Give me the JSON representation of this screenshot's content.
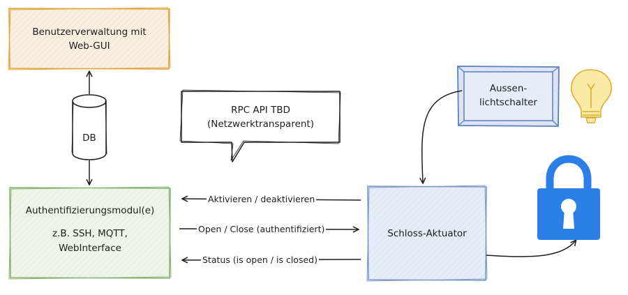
{
  "nodes": {
    "user_admin": {
      "line1": "Benutzerverwaltung mit",
      "line2": "Web-GUI"
    },
    "database": {
      "label": "DB"
    },
    "rpc_note": {
      "line1": "RPC API TBD",
      "line2": "(Netzwerktransparent)"
    },
    "auth_module": {
      "line1": "Authentifizierungsmodul(e)",
      "line2": "z.B. SSH, MQTT,",
      "line3": "WebInterface"
    },
    "lock_actuator": {
      "label": "Schloss-Aktuator"
    },
    "light_switch": {
      "line1": "Aussen-",
      "line2": "lichtschalter"
    }
  },
  "edges": {
    "activate": "Aktivieren / deaktivieren",
    "open_close": "Open / Close (authentifiziert)",
    "status": "Status (is open / is closed)"
  },
  "icons": {
    "lightbulb": "lightbulb-icon",
    "padlock": "padlock-icon"
  },
  "colors": {
    "user_admin_fill": "#f7efe1",
    "user_admin_stroke": "#e0a53a",
    "auth_fill": "#eef4e9",
    "auth_stroke": "#87b26c",
    "actuator_fill": "#e7edf6",
    "actuator_stroke": "#7f9bc9",
    "switch_fill": "#dde5f4",
    "switch_stroke": "#5b7fc0",
    "bulb": "#e6c049",
    "padlock": "#2b7fe6",
    "ink": "#1e1e1e"
  }
}
